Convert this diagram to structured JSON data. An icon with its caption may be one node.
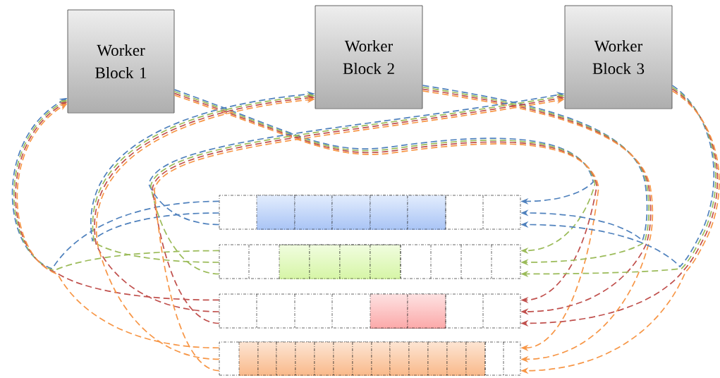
{
  "diagram": {
    "nodes": [
      {
        "text": [
          "Worker Block 1"
        ]
      },
      {
        "text": [
          "Worker Block 2"
        ]
      },
      {
        "text": [
          "Worker Block 3"
        ]
      },
      {
        "text": [],
        "shape": "box"
      },
      {
        "text": [],
        "shape": "box"
      },
      {
        "text": [],
        "shape": "box"
      },
      {
        "text": [],
        "shape": "box"
      }
    ],
    "edges": [
      {
        "from": 0,
        "to": 3,
        "arrow": "to",
        "style": "dashed",
        "color": "#4f81bd"
      },
      {
        "from": 0,
        "to": 4,
        "arrow": "to",
        "style": "dashed",
        "color": "#9bbb59"
      },
      {
        "from": 0,
        "to": 5,
        "arrow": "to",
        "style": "dashed",
        "color": "#c0504d"
      },
      {
        "from": 0,
        "to": 6,
        "arrow": "to",
        "style": "dashed",
        "color": "#f79646"
      },
      {
        "from": 1,
        "to": 3,
        "arrow": "to",
        "style": "dashed",
        "color": "#4f81bd"
      },
      {
        "from": 1,
        "to": 4,
        "arrow": "to",
        "style": "dashed",
        "color": "#9bbb59"
      },
      {
        "from": 1,
        "to": 5,
        "arrow": "to",
        "style": "dashed",
        "color": "#c0504d"
      },
      {
        "from": 1,
        "to": 6,
        "arrow": "to",
        "style": "dashed",
        "color": "#f79646"
      },
      {
        "from": 2,
        "to": 3,
        "arrow": "to",
        "style": "dashed",
        "color": "#4f81bd"
      },
      {
        "from": 2,
        "to": 4,
        "arrow": "to",
        "style": "dashed",
        "color": "#9bbb59"
      },
      {
        "from": 2,
        "to": 5,
        "arrow": "to",
        "style": "dashed",
        "color": "#c0504d"
      },
      {
        "from": 2,
        "to": 6,
        "arrow": "to",
        "style": "dashed",
        "color": "#f79646"
      },
      {
        "from": 3,
        "to": 0,
        "arrow": "to",
        "style": "dashed",
        "color": "#4f81bd"
      },
      {
        "from": 4,
        "to": 0,
        "arrow": "to",
        "style": "dashed",
        "color": "#9bbb59"
      },
      {
        "from": 5,
        "to": 0,
        "arrow": "to",
        "style": "dashed",
        "color": "#c0504d"
      },
      {
        "from": 6,
        "to": 0,
        "arrow": "to",
        "style": "dashed",
        "color": "#f79646"
      },
      {
        "from": 3,
        "to": 1,
        "arrow": "to",
        "style": "dashed",
        "color": "#4f81bd"
      },
      {
        "from": 4,
        "to": 1,
        "arrow": "to",
        "style": "dashed",
        "color": "#9bbb59"
      },
      {
        "from": 5,
        "to": 1,
        "arrow": "to",
        "style": "dashed",
        "color": "#c0504d"
      },
      {
        "from": 6,
        "to": 1,
        "arrow": "to",
        "style": "dashed",
        "color": "#f79646"
      },
      {
        "from": 3,
        "to": 2,
        "arrow": "to",
        "style": "dashed",
        "color": "#4f81bd"
      },
      {
        "from": 4,
        "to": 2,
        "arrow": "to",
        "style": "dashed",
        "color": "#9bbb59"
      },
      {
        "from": 5,
        "to": 2,
        "arrow": "to",
        "style": "dashed",
        "color": "#c0504d"
      },
      {
        "from": 6,
        "to": 2,
        "arrow": "to",
        "style": "dashed",
        "color": "#f79646"
      }
    ]
  }
}
